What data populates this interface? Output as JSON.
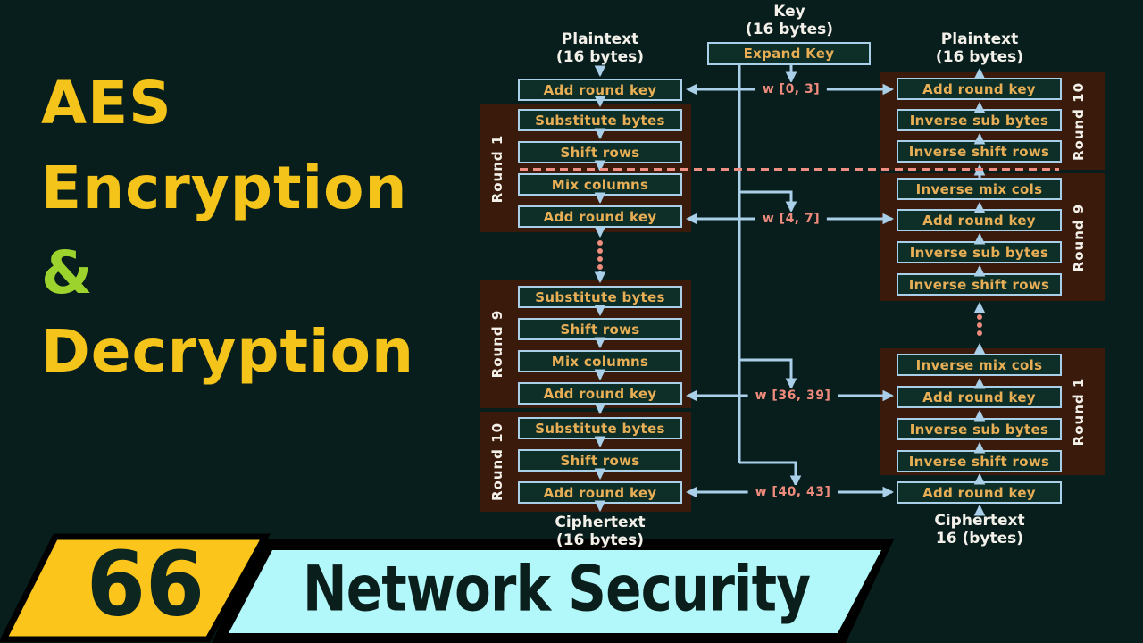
{
  "title": {
    "line1": "AES",
    "line2": "Encryption",
    "ampersand": "&",
    "line3": "Decryption"
  },
  "diagram": {
    "key_l1": "Key",
    "key_l2": "(16 bytes)",
    "expand_key": "Expand Key",
    "w_labels": [
      "w [0, 3]",
      "w [4, 7]",
      "w [36, 39]",
      "w [40, 43]"
    ],
    "encryption": {
      "input_l1": "Plaintext",
      "input_l2": "(16 bytes)",
      "pre_round": "Add round key",
      "rounds": [
        {
          "name": "Round 1",
          "steps": [
            "Substitute bytes",
            "Shift rows",
            "Mix columns",
            "Add round key"
          ]
        },
        {
          "name": "Round 9",
          "steps": [
            "Substitute bytes",
            "Shift rows",
            "Mix columns",
            "Add round key"
          ]
        },
        {
          "name": "Round 10",
          "steps": [
            "Substitute bytes",
            "Shift rows",
            "Add round key"
          ]
        }
      ],
      "output_l1": "Ciphertext",
      "output_l2": "(16 bytes)"
    },
    "decryption": {
      "input_l1": "Plaintext",
      "input_l2": "(16 bytes)",
      "rounds": [
        {
          "name": "Round 10",
          "steps": [
            "Add round key",
            "Inverse sub bytes",
            "Inverse shift rows"
          ]
        },
        {
          "name": "Round 9",
          "steps": [
            "Inverse mix cols",
            "Add round key",
            "Inverse sub bytes",
            "Inverse shift rows"
          ]
        },
        {
          "name": "Round 1",
          "steps": [
            "Inverse mix cols",
            "Add round key",
            "Inverse sub bytes",
            "Inverse shift rows"
          ]
        }
      ],
      "post_round": "Add round key",
      "output_l1": "Ciphertext",
      "output_l2": "16 (bytes)"
    }
  },
  "banner": {
    "number": "66",
    "label": "Network Security"
  },
  "colors": {
    "background": "#071e1d",
    "round_block": "#3a1a0b",
    "box_fill": "#0e2f28",
    "box_border": "#a9cfe9",
    "box_text": "#e7ae55",
    "white_text": "#f3f0e9",
    "salmon_accent": "#ef8b7d",
    "title_yellow": "#f5c41a",
    "ampersand_green": "#9cd42d",
    "banner_yellow": "#fbc51c",
    "banner_cyan": "#b2f7f9"
  }
}
